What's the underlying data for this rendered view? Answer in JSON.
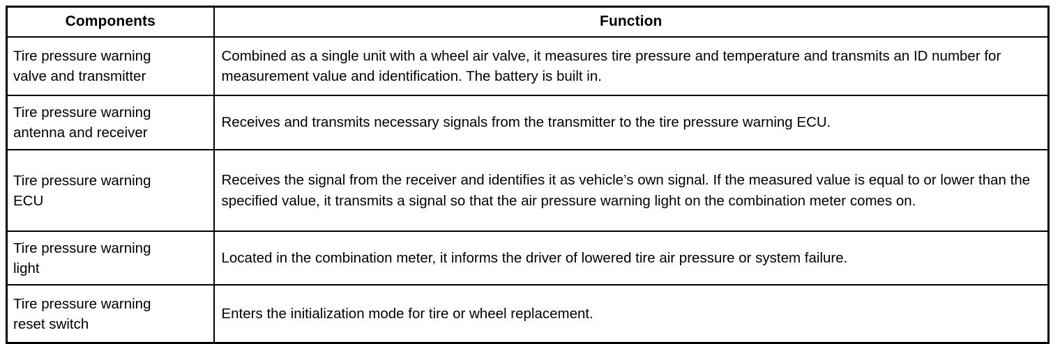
{
  "table": {
    "headers": {
      "components": "Components",
      "function": "Function"
    },
    "rows": [
      {
        "component": "Tire pressure warning\nvalve and transmitter",
        "function": "Combined as a single unit with a wheel air valve, it measures tire pressure and temperature and transmits an ID number for measurement value and identification. The battery is built in."
      },
      {
        "component": "Tire pressure warning\nantenna and receiver",
        "function": "Receives and transmits necessary signals from the transmitter to the tire pressure warning ECU."
      },
      {
        "component": "Tire pressure warning\nECU",
        "function": "Receives the signal from the receiver and identifies it as vehicle’s own signal. If the measured value is equal to or lower than the specified value, it transmits a signal so that the air pressure warning light on the combination meter comes on."
      },
      {
        "component": "Tire pressure warning\nlight",
        "function": "Located in the combination meter, it informs the driver of lowered tire air pressure or system failure."
      },
      {
        "component": "Tire pressure warning\nreset switch",
        "function": "Enters the initialization mode for tire or wheel replacement."
      }
    ]
  },
  "colors": {
    "border": "#000000",
    "text": "#000000",
    "background": "#ffffff"
  }
}
